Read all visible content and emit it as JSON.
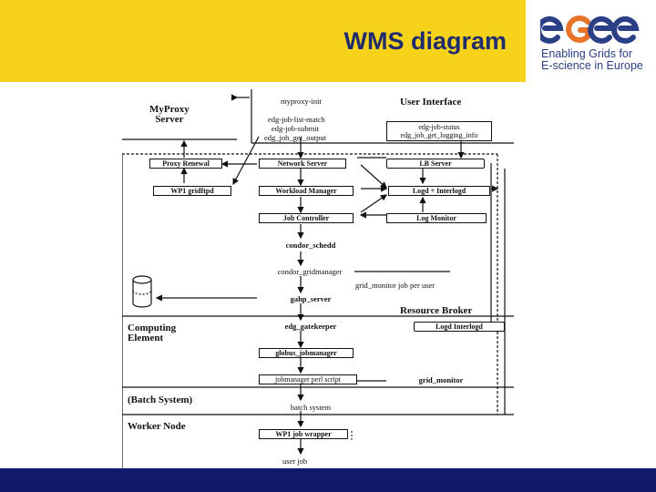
{
  "slide": {
    "title": "WMS diagram"
  },
  "logo": {
    "word": "egee",
    "tagline_line1": "Enabling Grids for",
    "tagline_line2": "E-science in Europe",
    "colors": {
      "blue": "#2b3f86",
      "orange": "#e8742a"
    }
  },
  "colors": {
    "header_band": "#f7d21a",
    "title_text": "#1f2d6e",
    "footer_bar": "#10196b"
  },
  "diagram": {
    "sections": {
      "myproxy_server": "MyProxy\nServer",
      "user_interface": "User Interface",
      "resource_broker": "Resource Broker",
      "computing_element": "Computing\nElement",
      "batch_system": "(Batch System)",
      "worker_node": "Worker Node"
    },
    "ui_commands": {
      "myproxy_init": "myproxy-init",
      "submit_group": [
        "edg-job-list-match",
        "edg-job-submit",
        "edg_job_get_output"
      ],
      "status_group": [
        "edg-job-status",
        "edg_job_get_logging_info"
      ]
    },
    "rb_boxes": {
      "proxy_renewal": "Proxy Renewal",
      "network_server": "Network Server",
      "lb_server": "LB Server",
      "wp1_gridftpd": "WP1 gridftpd",
      "workload_manager": "Workload Manager",
      "logd_interlogd": "Logd + Interlogd",
      "job_controller": "Job Controller",
      "log_monitor": "Log Monitor",
      "condor_schedd": "condor_schedd",
      "condor_gridmanager": "condor_gridmanager",
      "grid_monitor_note": "grid_monitor job per user",
      "gahp_server": "gahp_server"
    },
    "ce_boxes": {
      "edg_gatekeeper": "edg_gatekeeper",
      "logd_interlogd": "Logd   Interlogd",
      "globus_jobmanager": "globus_jobmanager",
      "jobmanager_perl": "jobmanager perl script",
      "grid_monitor": "grid_monitor"
    },
    "batch_boxes": {
      "batch_system": "batch system"
    },
    "wn_boxes": {
      "wp1_job_wrapper": "WP1 job wrapper",
      "user_job": "user job"
    }
  }
}
